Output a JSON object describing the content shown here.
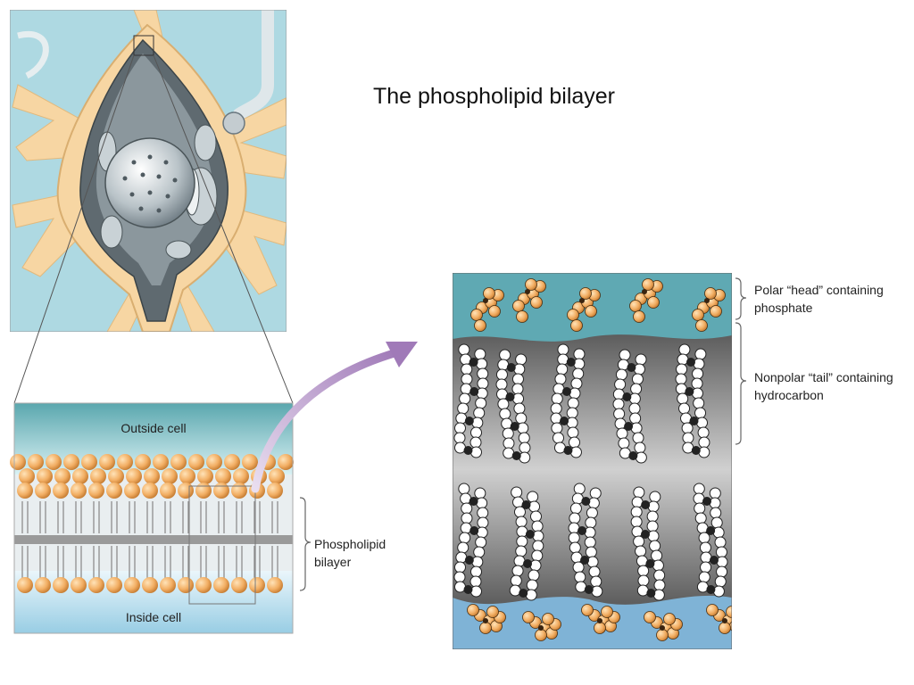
{
  "title": "The phospholipid bilayer",
  "bilayer_panel": {
    "outside_label": "Outside cell",
    "inside_label": "Inside cell",
    "bracket_label": "Phospholipid\nbilayer"
  },
  "molecular_panel": {
    "head_label": "Polar “head” containing\nphosphate",
    "tail_label": "Nonpolar “tail” containing\nhydrocarbon"
  },
  "colors": {
    "head": "#f1b06a",
    "cell_outside": "#a9d8e0",
    "cell_body": "#f7d6a3",
    "arrow": "#b99ac9",
    "membrane_core": "#8c8c8c"
  }
}
